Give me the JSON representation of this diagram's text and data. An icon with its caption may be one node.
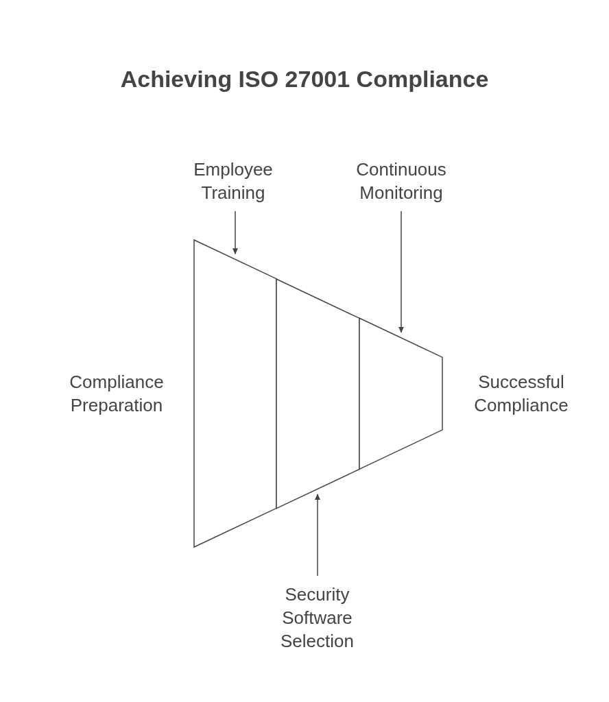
{
  "diagram": {
    "title": "Achieving ISO 27001 Compliance",
    "nodes": [
      {
        "text": [
          "Employee Training"
        ]
      },
      {
        "text": [
          "Continuous Monitoring"
        ]
      },
      {
        "text": [],
        "shape": "trapezoid"
      },
      {
        "text": [],
        "shape": "trapezoid"
      },
      {
        "text": [],
        "shape": "trapezoid"
      },
      {
        "text": [
          "Security Software Selection"
        ]
      }
    ],
    "edges": [
      {
        "from": 0,
        "to": 2,
        "arrow": "to"
      },
      {
        "from": 1,
        "to": 4,
        "arrow": "to"
      },
      {
        "from": 5,
        "to": 3,
        "arrow": "to"
      }
    ],
    "labels": [
      "Compliance Preparation",
      "Successful Compliance"
    ]
  }
}
